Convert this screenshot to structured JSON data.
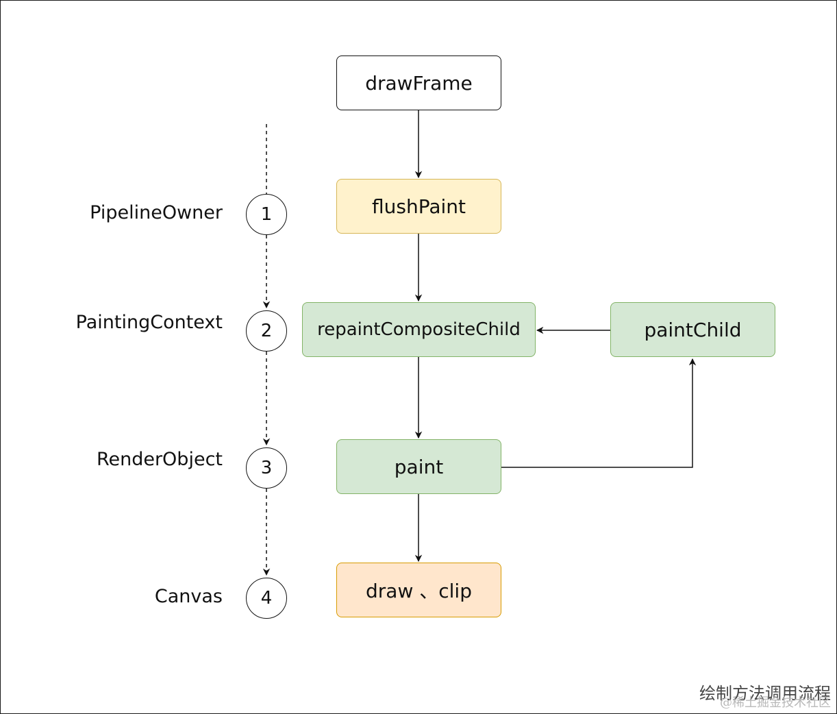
{
  "nodes": {
    "draw_frame": "drawFrame",
    "flush_paint": "flushPaint",
    "repaint_composite_child": "repaintCompositeChild",
    "paint_child": "paintChild",
    "paint": "paint",
    "draw_clip": "draw 、clip"
  },
  "layers": [
    {
      "step": "1",
      "label": "PipelineOwner"
    },
    {
      "step": "2",
      "label": "PaintingContext"
    },
    {
      "step": "3",
      "label": "RenderObject"
    },
    {
      "step": "4",
      "label": "Canvas"
    }
  ],
  "caption": "绘制方法调用流程",
  "watermark": "@稀土掘金技术社区",
  "colors": {
    "white_fill": "#ffffff",
    "yellow_fill": "#fff2cc",
    "yellow_stroke": "#d6b656",
    "green_fill": "#d5e8d4",
    "green_stroke": "#82b366",
    "orange_fill": "#ffe6cc",
    "orange_stroke": "#d79b00"
  }
}
